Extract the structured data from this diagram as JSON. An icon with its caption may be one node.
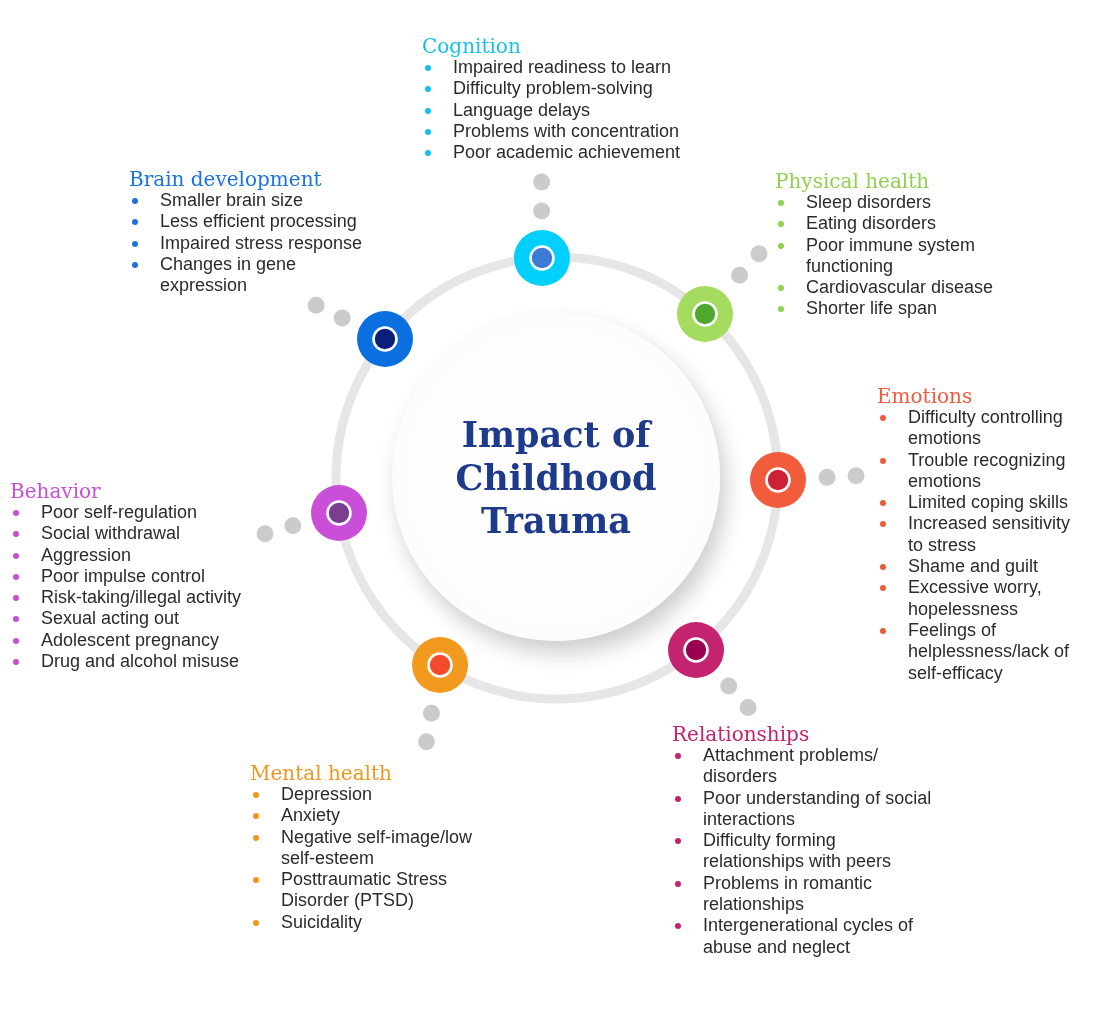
{
  "diagram": {
    "nodes": [
      {
        "text": [
          "Impact of Childhood Trauma"
        ]
      },
      {
        "text": [
          "Cognition",
          "Impaired readiness to learn",
          "Difficulty problem-solving",
          "Language delays",
          "Problems with concentration",
          "Poor academic achievement"
        ]
      },
      {
        "text": [
          "Physical health",
          "Sleep disorders",
          "Eating disorders",
          "Poor immune system functioning",
          "Cardiovascular disease",
          "Shorter life span"
        ]
      },
      {
        "text": [
          "Brain development",
          "Smaller brain size",
          "Less efficient processing",
          "Impaired stress response",
          "Changes in gene expression"
        ]
      },
      {
        "text": [
          "Emotions",
          "Difficulty controlling emotions",
          "Trouble recognizing emotions",
          "Limited coping skills",
          "Increased sensitivity to stress",
          "Shame and guilt",
          "Excessive worry, hopelessness",
          "Feelings of helplessness/lack of self-efficacy"
        ]
      },
      {
        "text": [
          "Behavior",
          "Poor self-regulation",
          "Social withdrawal",
          "Aggression",
          "Poor impulse control",
          "Risk-taking/illegal activity",
          "Sexual acting out",
          "Adolescent pregnancy",
          "Drug and alcohol misuse"
        ]
      },
      {
        "text": [
          "Relationships",
          "Attachment problems/ disorders",
          "Poor understanding of social interactions",
          "Difficulty forming relationships with peers",
          "Problems in romantic relationships",
          "Intergenerational cycles of abuse and neglect"
        ]
      },
      {
        "text": [
          "Mental health",
          "Depression",
          "Anxiety",
          "Negative self-image/low self-esteem",
          "Posttraumatic Stress Disorder (PTSD)",
          "Suicidality"
        ]
      },
      {
        "text": [],
        "shape": "circle"
      },
      {
        "text": [],
        "shape": "circle"
      },
      {
        "text": [],
        "shape": "circle"
      },
      {
        "text": [],
        "shape": "circle"
      },
      {
        "text": [],
        "shape": "circle"
      },
      {
        "text": [],
        "shape": "circle"
      },
      {
        "text": [],
        "shape": "circle"
      }
    ],
    "edges": [
      {
        "from": 8,
        "to": 1,
        "arrow": "none"
      },
      {
        "from": 9,
        "to": 2,
        "arrow": "none"
      },
      {
        "from": 10,
        "to": 3,
        "arrow": "none"
      },
      {
        "from": 11,
        "to": 4,
        "arrow": "none"
      },
      {
        "from": 12,
        "to": 5,
        "arrow": "none"
      },
      {
        "from": 13,
        "to": 6,
        "arrow": "none"
      },
      {
        "from": 14,
        "to": 7,
        "arrow": "none"
      }
    ]
  }
}
